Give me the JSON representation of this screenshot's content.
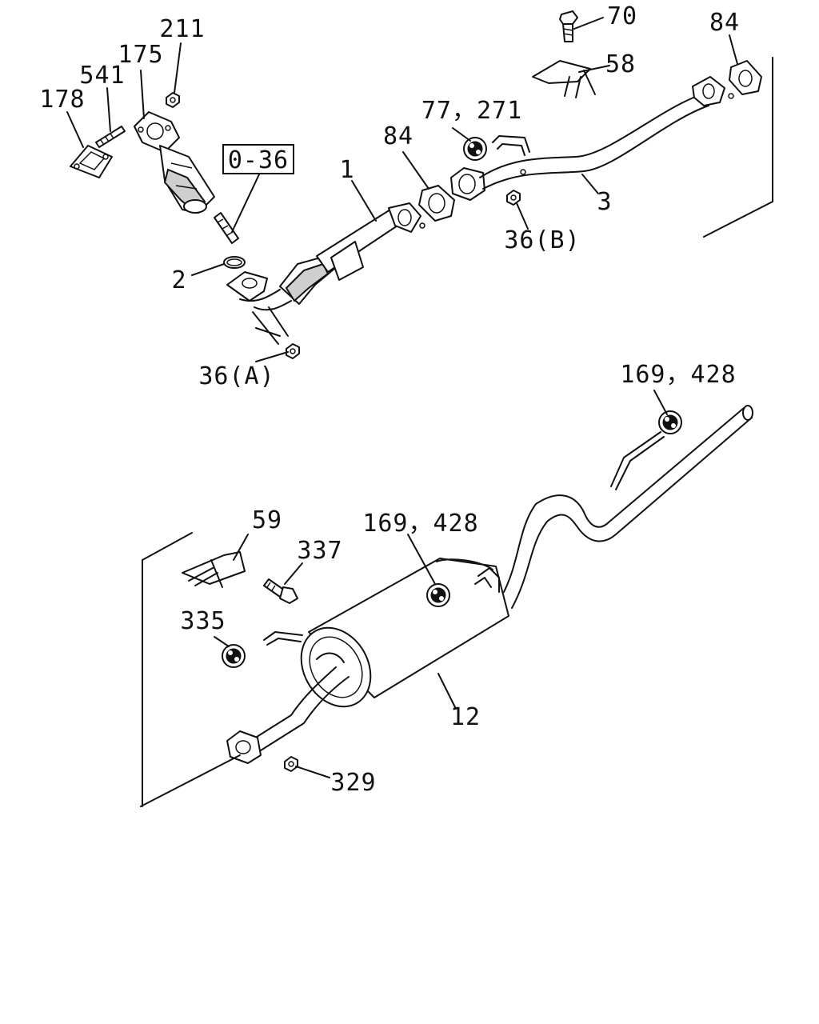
{
  "labels": {
    "p211": "211",
    "p175": "175",
    "p541": "541",
    "p178": "178",
    "p070": "70",
    "p058": "58",
    "p084_top": "84",
    "p077": "77，271",
    "p084_mid": "84",
    "p001": "1",
    "p003": "3",
    "p036b": "36(B)",
    "p002": "2",
    "p036a": "36(A)",
    "ref_box": "0-36",
    "p169_top": "169，428",
    "p059": "59",
    "p337": "337",
    "p169_mid": "169，428",
    "p335": "335",
    "p012": "12",
    "p329": "329"
  }
}
